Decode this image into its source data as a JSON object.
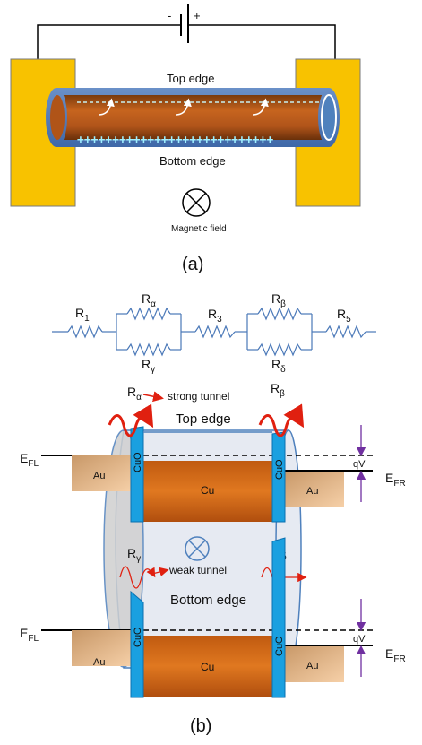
{
  "panel_a": {
    "battery_minus": "-",
    "battery_plus": "+",
    "top_edge": "Top edge",
    "bottom_edge": "Bottom edge",
    "magnetic_field": "Magnetic field",
    "caption": "(a)"
  },
  "circuit": {
    "r1": "R",
    "r1_sub": "1",
    "ralpha": "R",
    "ralpha_sub": "α",
    "rgamma": "R",
    "rgamma_sub": "γ",
    "r3": "R",
    "r3_sub": "3",
    "rbeta": "R",
    "rbeta_sub": "β",
    "rdelta": "R",
    "rdelta_sub": "δ",
    "r5": "R",
    "r5_sub": "5"
  },
  "panel_b": {
    "r_alpha": "R",
    "r_alpha_sub": "α",
    "strong_tunnel": "strong tunnel",
    "r_beta": "R",
    "r_beta_sub": "β",
    "top_edge": "Top edge",
    "efl_top": "E",
    "efl_top_sub": "FL",
    "efr_top": "E",
    "efr_top_sub": "FR",
    "qv_top": "qV",
    "au_left_top": "Au",
    "cuo_left_top": "CuO",
    "cu_top": "Cu",
    "cuo_right_top": "CuO",
    "au_right_top": "Au",
    "r_gamma": "R",
    "r_gamma_sub": "γ",
    "weak_tunnel": "weak tunnel",
    "r_delta": "R",
    "r_delta_sub": "δ",
    "bottom_edge": "Bottom edge",
    "efl_bottom": "E",
    "efl_bottom_sub": "FL",
    "efr_bottom": "E",
    "efr_bottom_sub": "FR",
    "qv_bottom": "qV",
    "au_left_bottom": "Au",
    "cuo_left_bottom": "CuO",
    "cu_bottom": "Cu",
    "cuo_right_bottom": "CuO",
    "au_right_bottom": "Au",
    "caption": "(b)"
  },
  "colors": {
    "gold": "#f8c200",
    "copper": "#c0601a",
    "cuo_blue": "#1aa0e0",
    "tube_blue": "#4f81bd",
    "au_tan": "#e8b888",
    "wave_red": "#e02010",
    "arrow_purple": "#7030a0"
  }
}
